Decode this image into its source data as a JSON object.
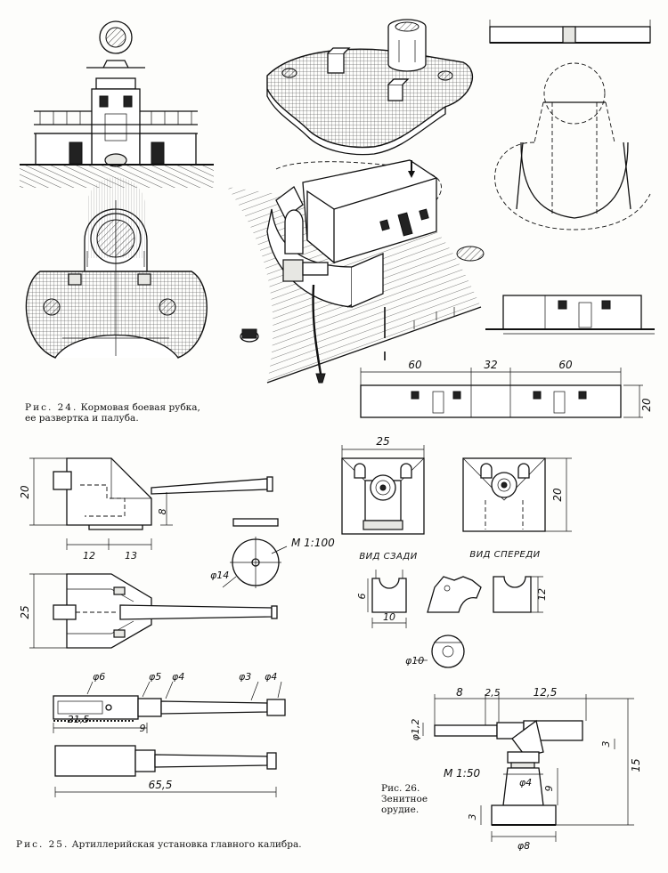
{
  "fig24": {
    "caption_prefix": "Рис. 24.",
    "caption_text": "Кормовая боевая рубка, ее развертка и палуба.",
    "dims": {
      "left": "60",
      "mid": "32",
      "right": "60",
      "height": "20"
    }
  },
  "fig25": {
    "caption_prefix": "Рис. 25.",
    "caption_text": "Артиллерийская установка главного калибра.",
    "scale": "М 1:100",
    "dims": {
      "side_height": "20",
      "barrel_height": "8",
      "base_left": "12",
      "base_right": "13",
      "top_width": "25",
      "circle_dia": "φ14",
      "d6": "φ6",
      "d5": "φ5",
      "d4a": "φ4",
      "d3": "φ3",
      "d4b": "φ4",
      "len_21_5": "21,5",
      "len_9": "9",
      "len_65_5": "65,5",
      "rear_width": "25",
      "front_height": "20",
      "saddle_height": "6",
      "saddle_width": "10",
      "pedestal_height": "12",
      "roller_dia": "φ10"
    },
    "view_rear": "ВИД СЗАДИ",
    "view_front": "ВИД СПЕРЕДИ"
  },
  "fig26": {
    "caption_prefix": "Рис. 26.",
    "caption_line1": "Зенитное",
    "caption_line2": "орудие.",
    "scale": "М 1:50",
    "dims": {
      "len_8": "8",
      "len_2_5": "2,5",
      "len_12_5": "12,5",
      "dia_1_2": "φ1,2",
      "h_3_top": "3",
      "h_15": "15",
      "dia_4": "φ4",
      "h_9": "9",
      "h_3_bottom": "3",
      "dia_8": "φ8"
    }
  }
}
